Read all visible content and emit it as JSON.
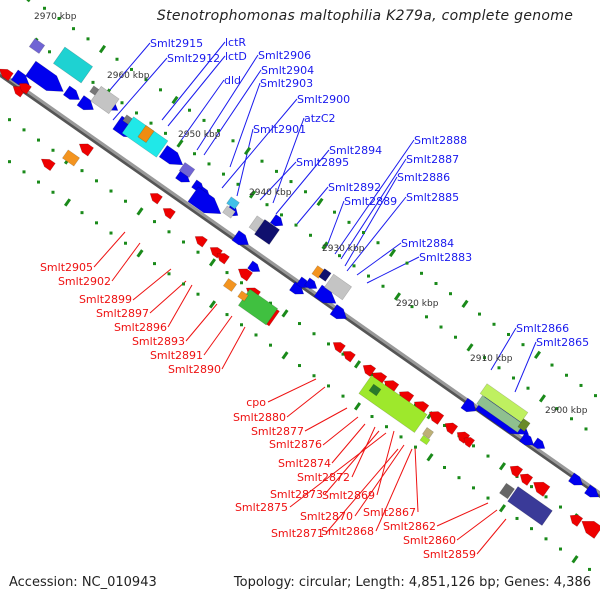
{
  "title": "Stenotrophomonas maltophilia K279a, complete genome",
  "footer": {
    "accession": "Accession: NC_010943",
    "summary": "Topology: circular; Length: 4,851,126 bp; Genes: 4,386"
  },
  "colors": {
    "backbone": "#888888",
    "forward_label": "#1a1aee",
    "reverse_label": "#ee1111",
    "tick": "#1a8a1a",
    "forward_gene": "#0000ee",
    "reverse_gene": "#ee0000"
  },
  "kbp_ticks": [
    {
      "label": "2970 kbp"
    },
    {
      "label": "2960 kbp"
    },
    {
      "label": "2950 kbp"
    },
    {
      "label": "2940 kbp"
    },
    {
      "label": "2930 kbp"
    },
    {
      "label": "2920 kbp"
    },
    {
      "label": "2910 kbp"
    },
    {
      "label": "2900 kbp"
    }
  ],
  "forward_labels": [
    {
      "name": "Smlt2915"
    },
    {
      "name": "Smlt2912"
    },
    {
      "name": "lctR"
    },
    {
      "name": "lctD"
    },
    {
      "name": "dld"
    },
    {
      "name": "Smlt2906"
    },
    {
      "name": "Smlt2904"
    },
    {
      "name": "Smlt2903"
    },
    {
      "name": "Smlt2900"
    },
    {
      "name": "Smlt2901"
    },
    {
      "name": "atzC2"
    },
    {
      "name": "Smlt2894"
    },
    {
      "name": "Smlt2895"
    },
    {
      "name": "Smlt2892"
    },
    {
      "name": "Smlt2889"
    },
    {
      "name": "Smlt2888"
    },
    {
      "name": "Smlt2887"
    },
    {
      "name": "Smlt2886"
    },
    {
      "name": "Smlt2885"
    },
    {
      "name": "Smlt2884"
    },
    {
      "name": "Smlt2883"
    },
    {
      "name": "Smlt2866"
    },
    {
      "name": "Smlt2865"
    }
  ],
  "reverse_labels": [
    {
      "name": "Smlt2905"
    },
    {
      "name": "Smlt2902"
    },
    {
      "name": "Smlt2899"
    },
    {
      "name": "Smlt2897"
    },
    {
      "name": "Smlt2896"
    },
    {
      "name": "Smlt2893"
    },
    {
      "name": "Smlt2891"
    },
    {
      "name": "Smlt2890"
    },
    {
      "name": "cpo"
    },
    {
      "name": "Smlt2880"
    },
    {
      "name": "Smlt2877"
    },
    {
      "name": "Smlt2876"
    },
    {
      "name": "Smlt2874"
    },
    {
      "name": "Smlt2872"
    },
    {
      "name": "Smlt2873"
    },
    {
      "name": "Smlt2869"
    },
    {
      "name": "Smlt2875"
    },
    {
      "name": "Smlt2870"
    },
    {
      "name": "Smlt2867"
    },
    {
      "name": "Smlt2871"
    },
    {
      "name": "Smlt2868"
    },
    {
      "name": "Smlt2862"
    },
    {
      "name": "Smlt2860"
    },
    {
      "name": "Smlt2859"
    }
  ]
}
